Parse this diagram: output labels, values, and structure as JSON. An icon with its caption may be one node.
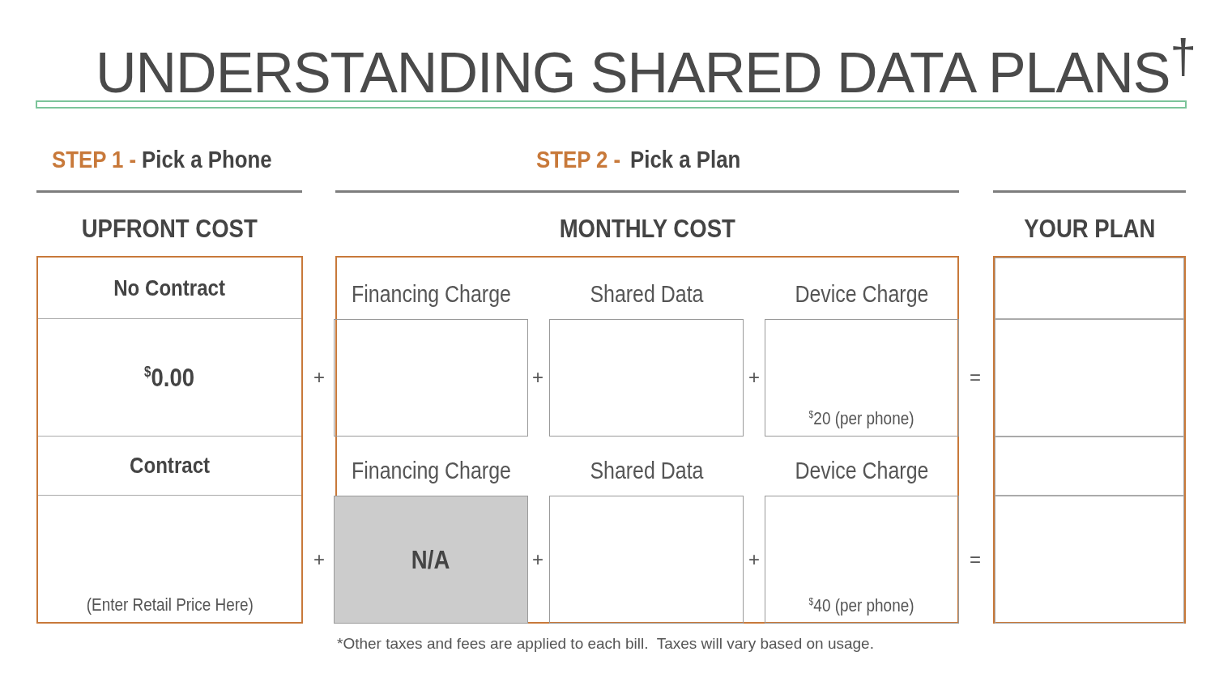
{
  "diagram": {
    "title": "UNDERSTANDING SHARED DATA PLANS$^{†}$",
    "nodes": [
      {
        "text": [
          "UPFRONT COST"
        ]
      },
      {
        "text": [
          "No Contract"
        ],
        "in": 0
      },
      {
        "text": [
          "$0.00"
        ],
        "in": 0
      },
      {
        "text": [
          "Contract"
        ],
        "in": 0
      },
      {
        "text": [
          "(Enter Retail Price Here)"
        ],
        "in": 0
      },
      {
        "text": [
          "MONTHLY COST"
        ]
      },
      {
        "text": [
          "Financing Charge"
        ],
        "in": 5
      },
      {
        "text": [
          "Shared Data"
        ],
        "in": 5
      },
      {
        "text": [
          "Device Charge",
          "$20 (per phone)"
        ],
        "in": 5
      },
      {
        "text": [
          "Financing Charge",
          "N/A"
        ],
        "in": 5
      },
      {
        "text": [
          "Shared Data"
        ],
        "in": 5
      },
      {
        "text": [
          "Device Charge",
          "$40 (per phone)"
        ],
        "in": 5
      },
      {
        "text": [
          "YOUR PLAN"
        ]
      },
      {
        "text": [],
        "shape": "box",
        "in": 12
      },
      {
        "text": [],
        "shape": "box",
        "in": 12
      },
      {
        "text": [],
        "shape": "box",
        "in": 12
      },
      {
        "text": [],
        "shape": "box",
        "in": 12
      }
    ],
    "edges": [],
    "labels": [
      "STEP 1 -",
      "Pick a Phone",
      "STEP 2 -",
      "Pick a Plan",
      "+",
      "+",
      "+",
      "=",
      "+",
      "+",
      "+",
      "=",
      "*Other taxes and fees are applied to each bill.  Taxes will vary based on usage."
    ]
  }
}
